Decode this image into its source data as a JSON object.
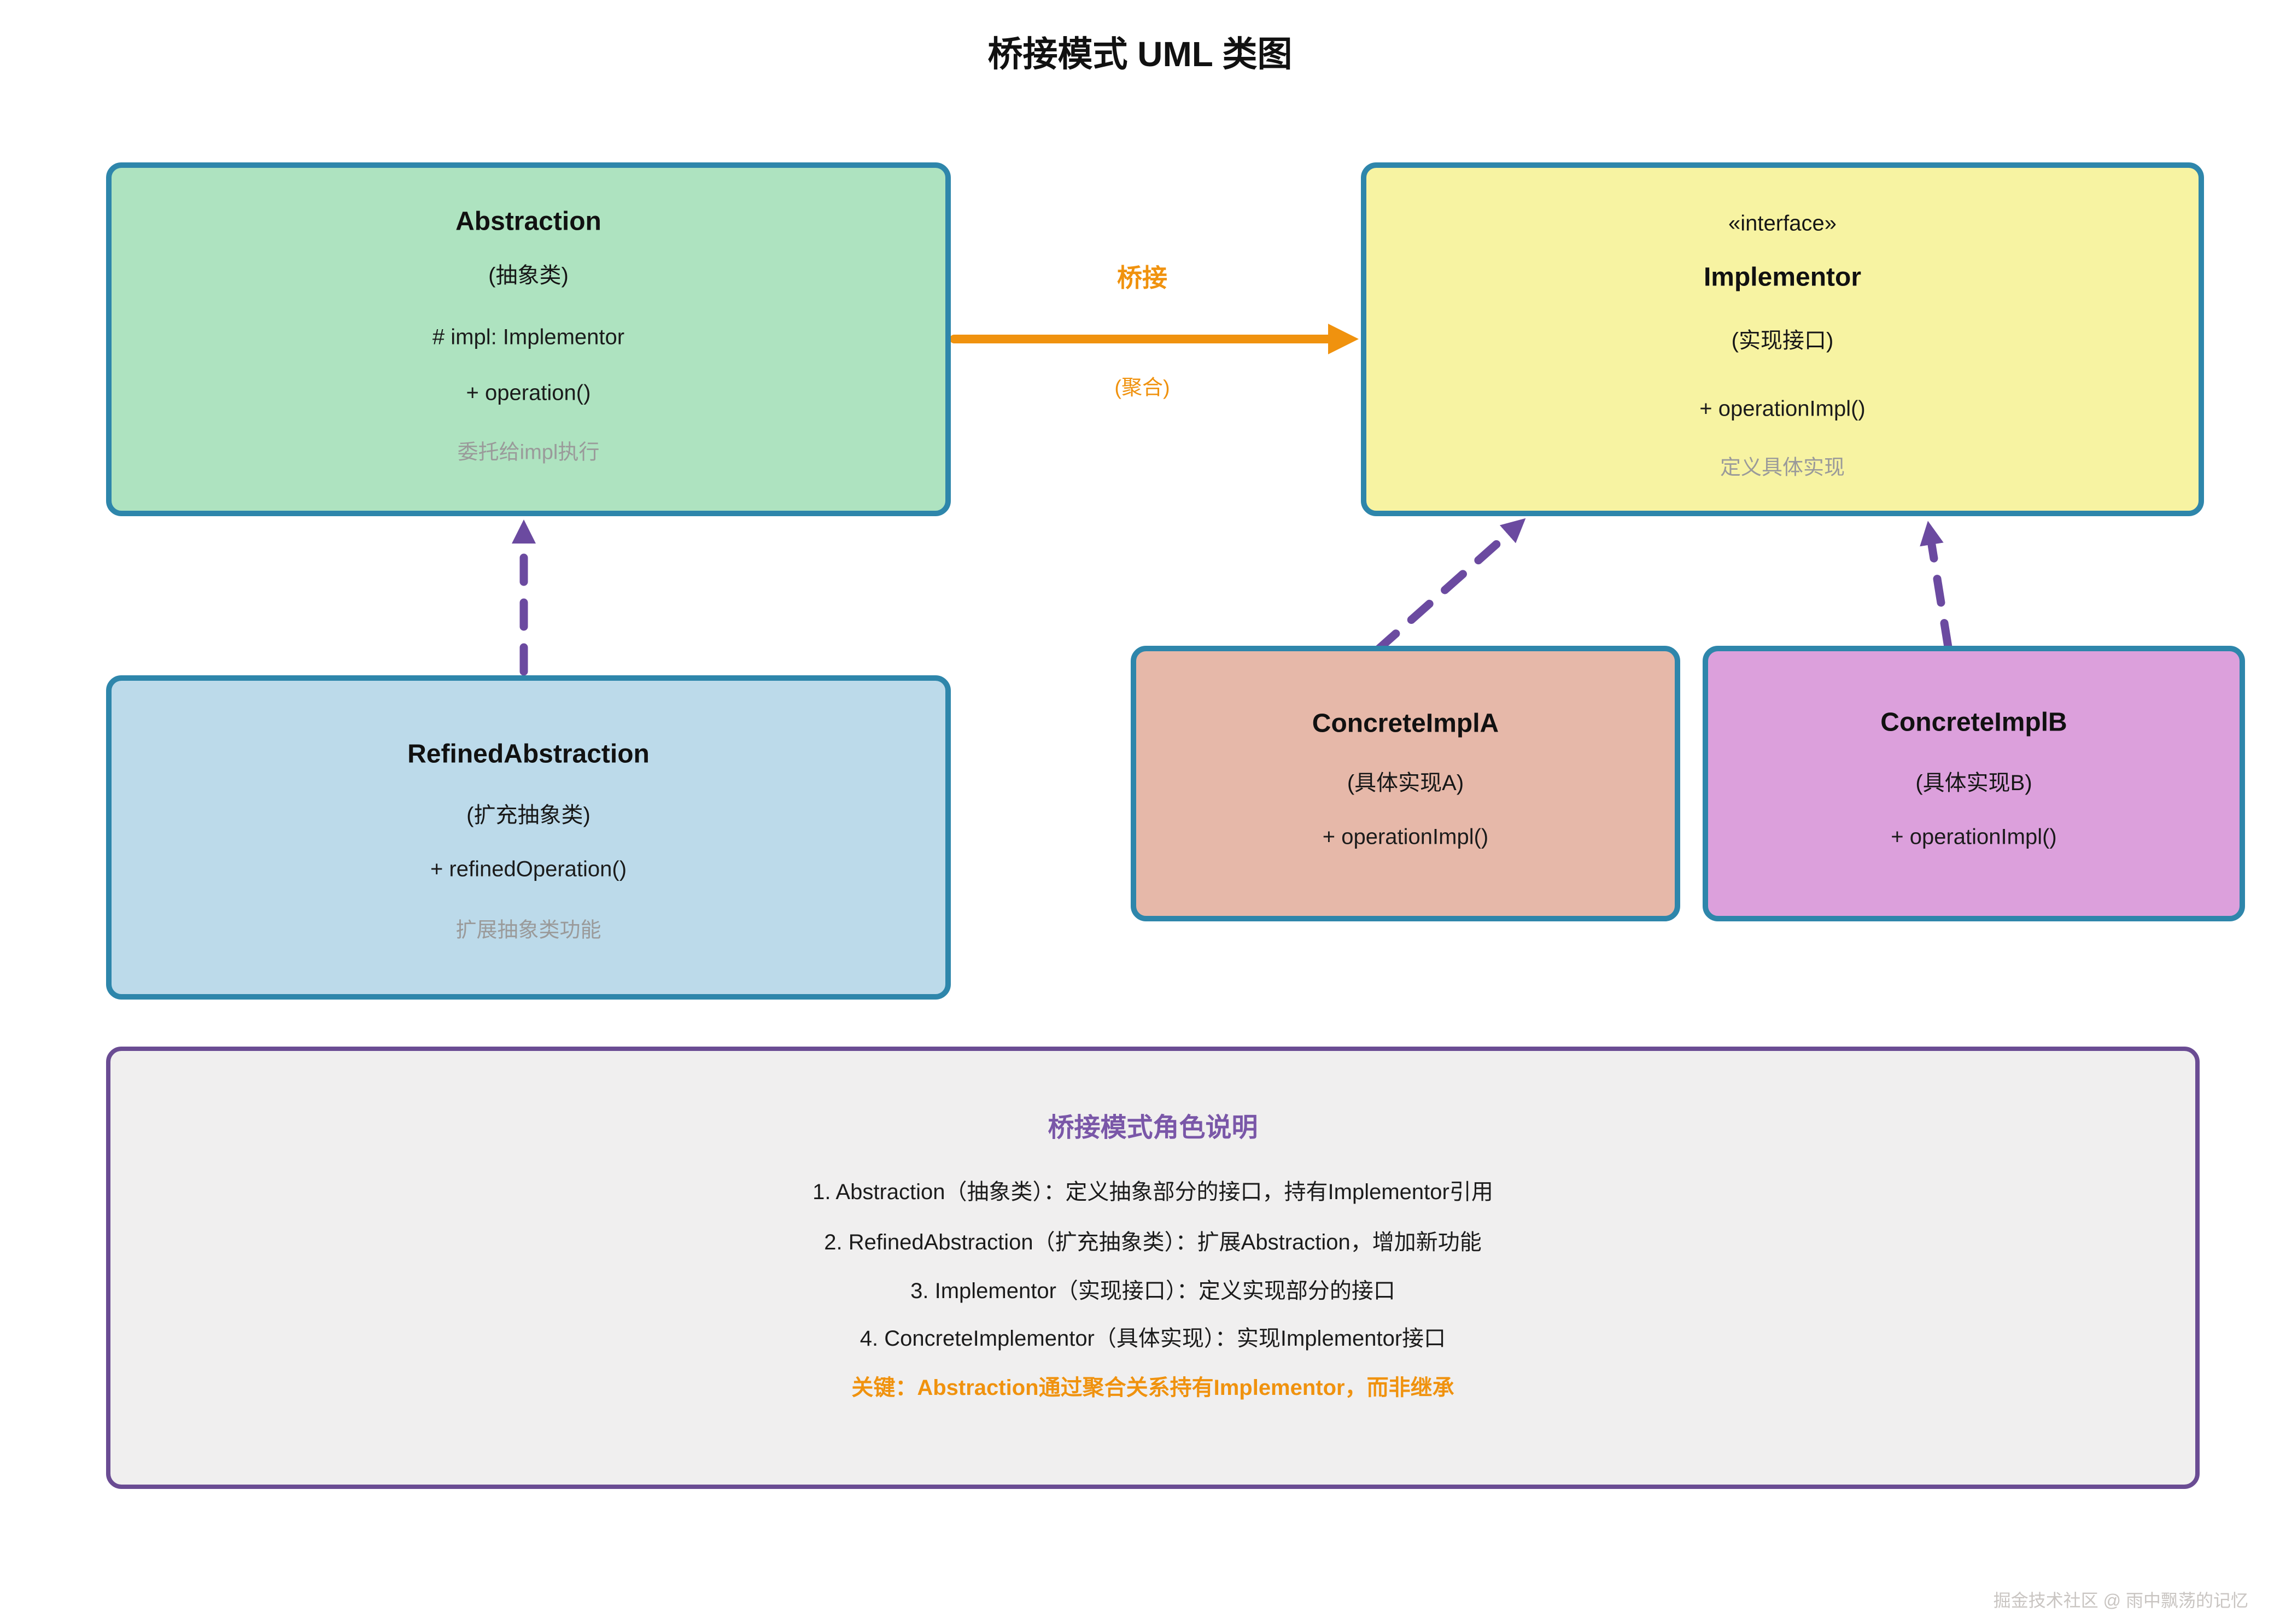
{
  "title": "桥接模式 UML 类图",
  "colors": {
    "teal": "#2E86AB",
    "orange": "#F0920E",
    "purple": "#6B4AA0",
    "legend-border": "#6A4C93",
    "legend-bg": "#F0EFEF",
    "green-fill": "#AEE3C0",
    "yellow-fill": "#F7F3A2",
    "blue-fill": "#BCDAEA",
    "pink-fill": "#E6B8A9",
    "orchid-fill": "#DCA0DC",
    "heading-purple": "#7A57A8",
    "note-gray": "#9A9A9A",
    "watermark-gray": "#C9C5C2"
  },
  "classes": {
    "abstraction": {
      "name": "Abstraction",
      "alias": "(抽象类)",
      "members": [
        "# impl: Implementor",
        "+ operation()"
      ],
      "note": "委托给impl执行"
    },
    "implementor": {
      "stereotype": "«interface»",
      "name": "Implementor",
      "alias": "(实现接口)",
      "members": [
        "+ operationImpl()"
      ],
      "note": "定义具体实现"
    },
    "refined_abstraction": {
      "name": "RefinedAbstraction",
      "alias": "(扩充抽象类)",
      "members": [
        "+ refinedOperation()"
      ],
      "note": "扩展抽象类功能"
    },
    "concrete_impl_a": {
      "name": "ConcreteImplA",
      "alias": "(具体实现A)",
      "members": [
        "+ operationImpl()"
      ]
    },
    "concrete_impl_b": {
      "name": "ConcreteImplB",
      "alias": "(具体实现B)",
      "members": [
        "+ operationImpl()"
      ]
    }
  },
  "bridge": {
    "label": "桥接",
    "sublabel": "(聚合)"
  },
  "legend": {
    "title": "桥接模式角色说明",
    "items": [
      "1. Abstraction（抽象类）：定义抽象部分的接口，持有Implementor引用",
      "2. RefinedAbstraction（扩充抽象类）：扩展Abstraction，增加新功能",
      "3. Implementor（实现接口）：定义实现部分的接口",
      "4. ConcreteImplementor（具体实现）：实现Implementor接口"
    ],
    "key": "关键：Abstraction通过聚合关系持有Implementor，而非继承"
  },
  "watermark": "掘金技术社区 @ 雨中飘荡的记忆"
}
